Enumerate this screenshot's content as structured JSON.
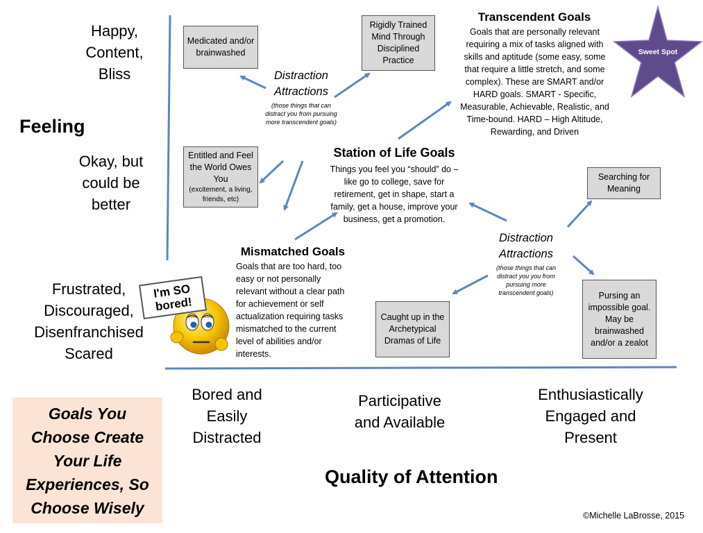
{
  "y_labels": {
    "happy": "Happy, Content, Bliss",
    "feeling": "Feeling",
    "okay": "Okay, but could be better",
    "frustrated": "Frustrated, Discouraged, Disenfranchised Scared"
  },
  "x_labels": {
    "bored": "Bored and Easily Distracted",
    "participative": "Participative and Available",
    "enthusiastic": "Enthusiastically Engaged and Present",
    "axis_title": "Quality of Attention"
  },
  "boxes": {
    "medicated": "Medicated and/or brainwashed",
    "rigidly": "Rigidly Trained Mind Through Disciplined Practice",
    "entitled": "Entitled and Feel the World Owes You",
    "entitled_sub": "(excitement, a living, friends, etc)",
    "searching": "Searching for Meaning",
    "caught": "Caught up in the Archetypical Dramas of Life",
    "pursing": "Pursing an impossible goal. May be brainwashed and/or a zealot"
  },
  "transcendent": {
    "title": "Transcendent Goals",
    "text": "Goals that are personally relevant requiring a mix of tasks aligned with skills and aptitude (some easy, some that require a little stretch, and some complex). These are SMART and/or HARD goals. SMART - Specific, Measurable, Achievable, Realistic, and Time-bound. HARD – High Altitude, Rewarding, and Driven"
  },
  "station": {
    "title": "Station of Life Goals",
    "text": "Things you feel you “should” do – like go to college, save for retirement, get in shape, start a family, get a house, improve your business, get a promotion."
  },
  "mismatched": {
    "title": "Mismatched Goals",
    "text": "Goals that are too hard, too easy or not personally relevant without a clear path for achievement or self actualization requiring tasks mismatched to the current level of abilities and/or interests."
  },
  "distraction_top": {
    "title": "Distraction Attractions",
    "sub": "(those things that can distract you from pursuing more transcendent goals)"
  },
  "distraction_right": {
    "title": "Distraction Attractions",
    "sub": "(those things that can distract you you from pursuing more transcendent goals)"
  },
  "star_label": "Sweet Spot",
  "sign_text": "I'm SO bored!",
  "callout": "Goals You Choose Create Your Life Experiences, So Choose Wisely",
  "copyright": "©Michelle LaBrosse, 2015",
  "colors": {
    "axis": "#5b86c0",
    "star": "#5f4b8b",
    "box_fill": "#d9d9d9",
    "callout_bg": "#fbe4d5"
  }
}
